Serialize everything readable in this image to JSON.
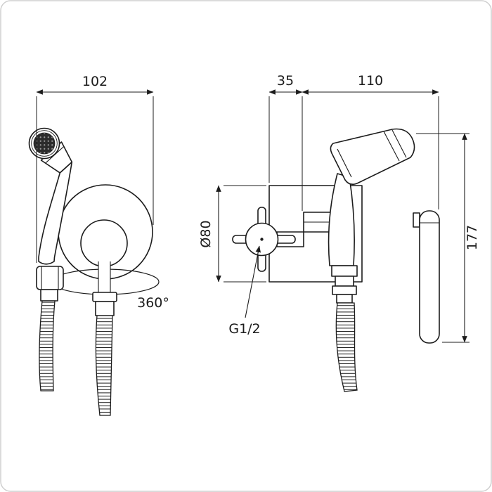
{
  "drawing": {
    "kind": "technical dimension drawing",
    "product": "hand bidet sprayer with wall mixer",
    "colors": {
      "line": "#1c1c1c",
      "background": "#ffffff",
      "spray_face": "#2b2b2b",
      "frame": "#cfcfcf"
    },
    "front_view": {
      "width_dim": "102",
      "swivel_label": "360°"
    },
    "side_view": {
      "offset_dim": "35",
      "reach_dim": "110",
      "plate_dim": "Ø80",
      "height_dim": "177",
      "thread_label": "G1/2"
    }
  }
}
